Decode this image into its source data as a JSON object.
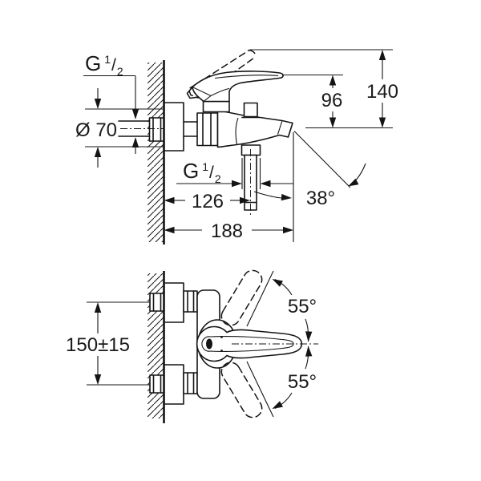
{
  "title": "bath-mixer-dimension-drawing",
  "side_view": {
    "thread_top": {
      "base": "G",
      "num": "1",
      "slash": "/",
      "den": "2"
    },
    "escutcheon_diameter": "Ø 70",
    "handle_height": "96",
    "total_height": "140",
    "shower_outlet_thread": {
      "base": "G",
      "num": "1",
      "slash": "/",
      "den": "2"
    },
    "spout_projection": "126",
    "spout_angle": "38°",
    "total_projection": "188"
  },
  "front_view": {
    "inlet_spacing": "150±15",
    "swing_up": "55°",
    "swing_down": "55°"
  },
  "colors": {
    "line": "#141414",
    "background": "#ffffff"
  }
}
